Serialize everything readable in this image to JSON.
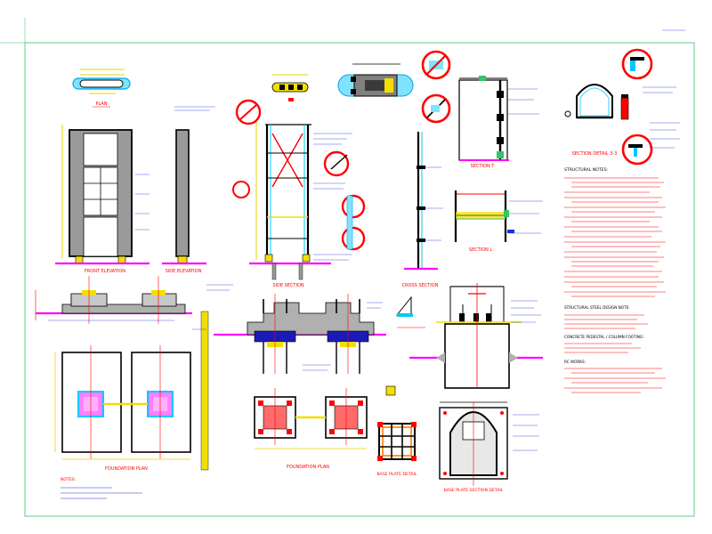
{
  "titles": {
    "plan": "PLAN",
    "front_elevation": "FRONT ELEVATION",
    "side_elevation": "SIDE ELEVATION",
    "side_section": "SIDE SECTION",
    "cross_section": "CROSS SECTION",
    "section_t": "SECTION T",
    "section_l": "SECTION L",
    "section_detail": "SECTION DETAIL 3-3",
    "foundation_plan_left": "FOUNDATION PLAN",
    "foundation_plan_right": "FOUNDATION PLAN",
    "base_plate_detail": "BASE PLATE DETAIL",
    "base_plate_section": "BASE PLATE SECTION DETAIL",
    "notes_left": "NOTES:"
  },
  "notes": {
    "structural_notes_heading": "STRUCTURAL NOTES:",
    "structural_steel_heading": "STRUCTURAL STEEL DESIGN NOTE:",
    "concrete_heading": "CONCRETE PEDESTAL / COLUMN FOOTING:",
    "rc_works_heading": "RC WORKS:"
  },
  "colors": {
    "frame": "#36c36a",
    "outline": "#000000",
    "accent_red": "#ff0000",
    "column_steel": "#00c8ff",
    "dimension": "#e6d400",
    "ground": "#ff00ff",
    "title": "#ff0000",
    "annotation": "#1e2dd8",
    "concrete": "#b0b0b0"
  }
}
